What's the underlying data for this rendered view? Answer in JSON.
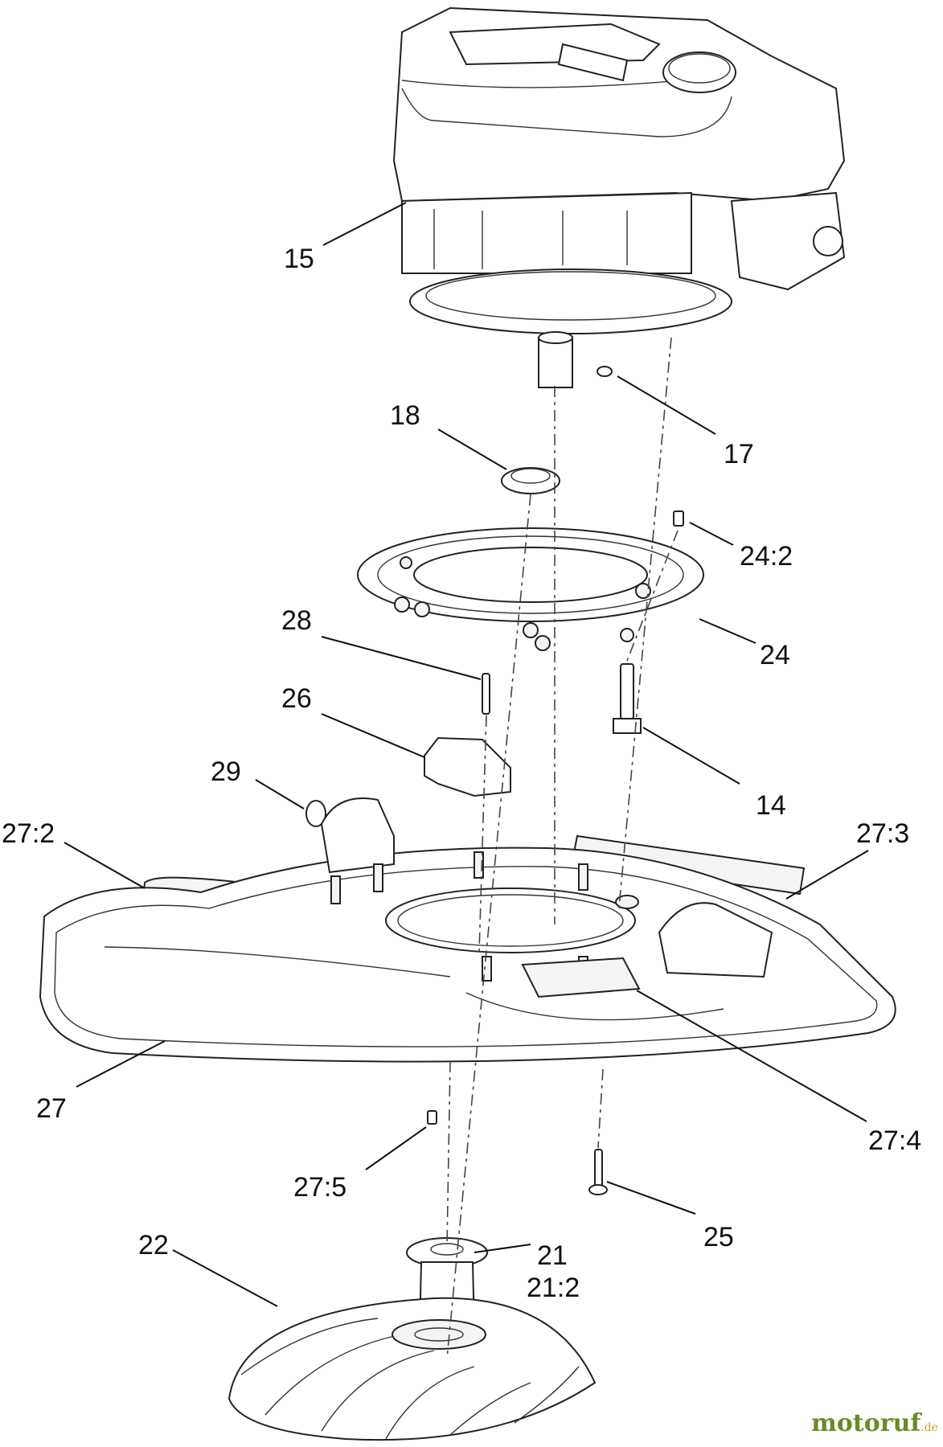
{
  "callouts": {
    "c15": "15",
    "c17": "17",
    "c18": "18",
    "c24_2": "24:2",
    "c24": "24",
    "c28": "28",
    "c26": "26",
    "c14": "14",
    "c29": "29",
    "c27_2": "27:2",
    "c27_3": "27:3",
    "c27": "27",
    "c27_4": "27:4",
    "c27_5": "27:5",
    "c25": "25",
    "c22": "22",
    "c21": "21",
    "c21_2": "21:2"
  },
  "watermark": {
    "name": "motoruf",
    "tld": ".de"
  }
}
